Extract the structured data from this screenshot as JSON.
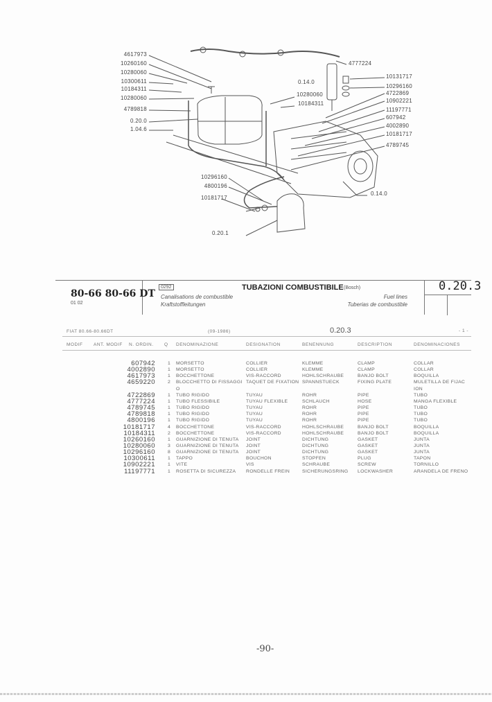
{
  "diagram": {
    "left_labels": [
      "4617973",
      "10260160",
      "10280060",
      "10300611",
      "10184311",
      "10280060",
      "4789818",
      "0.20.0",
      "1.04.6"
    ],
    "center_labels": [
      "0.14.0",
      "10280060",
      "10184311"
    ],
    "top_right_label": "4777224",
    "right_labels": [
      "10131717",
      "10296160",
      "4722869",
      "10902221",
      "11197771",
      "607942",
      "4002890",
      "10181717",
      "4789745"
    ],
    "pump_ref": "0.14.0",
    "bottom_labels": [
      "10296160",
      "4800196",
      "10181717"
    ],
    "bottom_ref": "0.20.1"
  },
  "header": {
    "model": "80-66 80-66 DT",
    "variants": "01 02",
    "group_code": "0292",
    "title_it": "TUBAZIONI COMBUSTIBILE",
    "title_note": "(Bosch)",
    "title_fr": "Canalisations de combustible",
    "title_de": "Kraftstoffleitungen",
    "title_en": "Fuel lines",
    "title_es": "Tuberias de combustible",
    "section": "0.20.3"
  },
  "table_meta": {
    "model": "FIAT 80.66-80.66DT",
    "date": "(09-1986)",
    "section": "0.20.3",
    "page": "- 1 -"
  },
  "columns": [
    "MODIF",
    "ANT. MODIF",
    "N. ORDIN.",
    "Q",
    "DENOMINAZIONE",
    "DESIGNATION",
    "BENENNUNG",
    "DESCRIPTION",
    "DENOMINACIONES"
  ],
  "rows": [
    {
      "pn": "607942",
      "q": "1",
      "it": "MORSETTO",
      "fr": "COLLIER",
      "de": "KLEMME",
      "en": "CLAMP",
      "es": "COLLAR"
    },
    {
      "pn": "4002890",
      "q": "1",
      "it": "MORSETTO",
      "fr": "COLLIER",
      "de": "KLEMME",
      "en": "CLAMP",
      "es": "COLLAR"
    },
    {
      "pn": "4617973",
      "q": "1",
      "it": "BOCCHETTONE",
      "fr": "VIS-RACCORD",
      "de": "HOHLSCHRAUBE",
      "en": "BANJO BOLT",
      "es": "BOQUILLA"
    },
    {
      "pn": "4659220",
      "q": "2",
      "it": "BLOCCHETTO DI FISSAGGI",
      "fr": "TAQUET DE FIXATION",
      "de": "SPANNSTUECK",
      "en": "FIXING PLATE",
      "es": "MULETILLA DE FIJAC"
    },
    {
      "pn": "",
      "q": "",
      "it": "O",
      "fr": "",
      "de": "",
      "en": "",
      "es": "ION"
    },
    {
      "pn": "4722869",
      "q": "1",
      "it": "TUBO RIGIDO",
      "fr": "TUYAU",
      "de": "ROHR",
      "en": "PIPE",
      "es": "TUBO"
    },
    {
      "pn": "4777224",
      "q": "1",
      "it": "TUBO FLESSIBILE",
      "fr": "TUYAU FLEXIBLE",
      "de": "SCHLAUCH",
      "en": "HOSE",
      "es": "MANGA FLEXIBLE"
    },
    {
      "pn": "4789745",
      "q": "1",
      "it": "TUBO RIGIDO",
      "fr": "TUYAU",
      "de": "ROHR",
      "en": "PIPE",
      "es": "TUBO"
    },
    {
      "pn": "4789818",
      "q": "1",
      "it": "TUBO RIGIDO",
      "fr": "TUYAU",
      "de": "ROHR",
      "en": "PIPE",
      "es": "TUBO"
    },
    {
      "pn": "4800196",
      "q": "1",
      "it": "TUBO RIGIDO",
      "fr": "TUYAU",
      "de": "ROHR",
      "en": "PIPE",
      "es": "TUBO"
    },
    {
      "pn": "10181717",
      "q": "4",
      "it": "BOCCHETTONE",
      "fr": "VIS-RACCORD",
      "de": "HOHLSCHRAUBE",
      "en": "BANJO BOLT",
      "es": "BOQUILLA"
    },
    {
      "pn": "10184311",
      "q": "2",
      "it": "BOCCHETTONE",
      "fr": "VIS-RACCORD",
      "de": "HOHLSCHRAUBE",
      "en": "BANJO BOLT",
      "es": "BOQUILLA"
    },
    {
      "pn": "10260160",
      "q": "1",
      "it": "GUARNIZIONE DI TENUTA",
      "fr": "JOINT",
      "de": "DICHTUNG",
      "en": "GASKET",
      "es": "JUNTA"
    },
    {
      "pn": "10280060",
      "q": "3",
      "it": "GUARNIZIONE DI TENUTA",
      "fr": "JOINT",
      "de": "DICHTUNG",
      "en": "GASKET",
      "es": "JUNTA"
    },
    {
      "pn": "10296160",
      "q": "8",
      "it": "GUARNIZIONE DI TENUTA",
      "fr": "JOINT",
      "de": "DICHTUNG",
      "en": "GASKET",
      "es": "JUNTA"
    },
    {
      "pn": "10300611",
      "q": "1",
      "it": "TAPPO",
      "fr": "BOUCHON",
      "de": "STOPFEN",
      "en": "PLUG",
      "es": "TAPON"
    },
    {
      "pn": "10902221",
      "q": "1",
      "it": "VITE",
      "fr": "VIS",
      "de": "SCHRAUBE",
      "en": "SCREW",
      "es": "TORNILLO"
    },
    {
      "pn": "11197771",
      "q": "1",
      "it": "ROSETTA DI SICUREZZA",
      "fr": "RONDELLE FREIN",
      "de": "SICHERUNGSRING",
      "en": "LOCKWASHER",
      "es": "ARANDELA DE FRENO"
    }
  ],
  "footer": {
    "page_number": "-90-"
  }
}
